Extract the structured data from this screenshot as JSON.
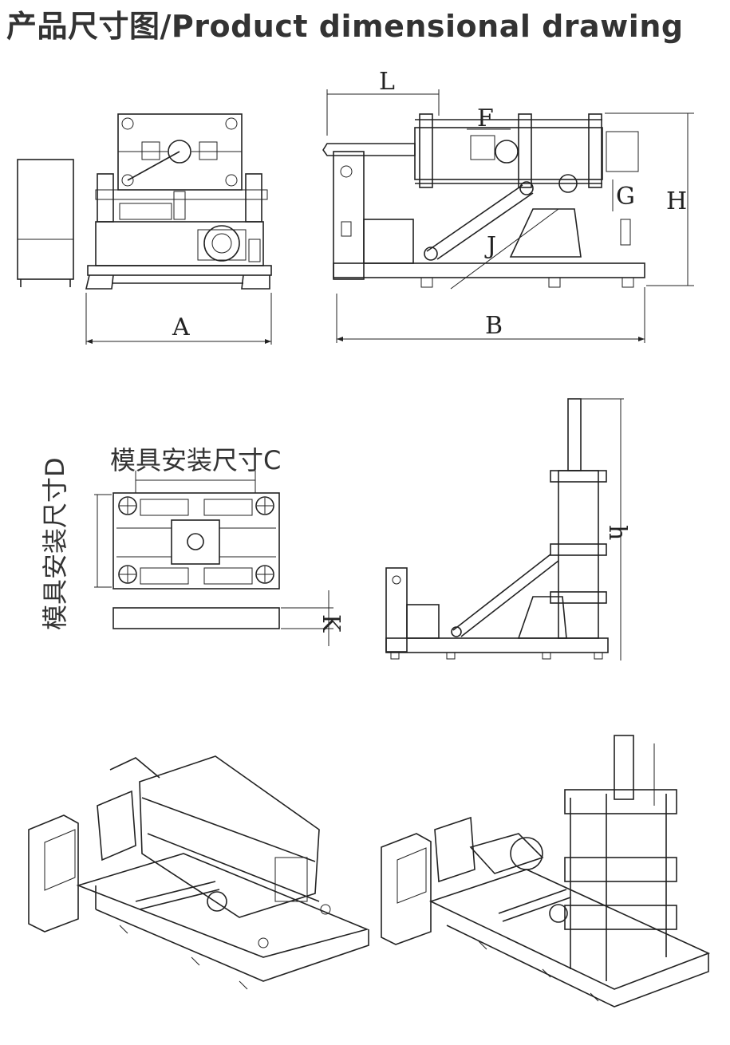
{
  "title": "产品尺寸图/Product dimensional drawing",
  "labels": {
    "A": "A",
    "B": "B",
    "L": "L",
    "F": "F",
    "H": "H",
    "G": "G",
    "J": "J",
    "K": "K",
    "h": "h",
    "mold_c": "模具安装尺寸C",
    "mold_d": "模具安装尺寸D"
  }
}
